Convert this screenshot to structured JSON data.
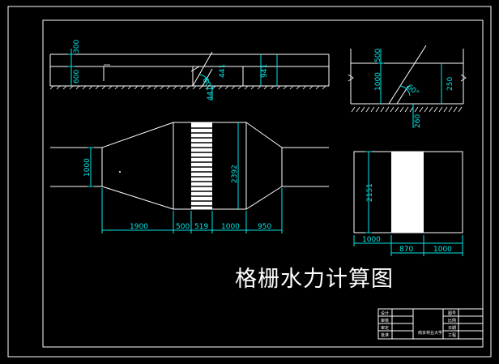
{
  "drawing": {
    "title": "格栅水力计算图",
    "colors": {
      "background": "#000000",
      "line": "#ffffff",
      "dimension": "#00e8e8"
    }
  },
  "elevation_view": {
    "dims": {
      "freeboard": "300",
      "water_depth": "600",
      "angle": "60°",
      "depth_a": "441",
      "total": "941",
      "depth_b": "441"
    }
  },
  "plan_view": {
    "dims": {
      "inlet_width": "1000",
      "grid_width": "2392",
      "length_1": "1900",
      "length_2": "500",
      "length_3": "519",
      "length_4": "1000",
      "length_5": "950"
    }
  },
  "side_view": {
    "dims": {
      "height_a": "500",
      "height_b": "1000",
      "height_c": "250",
      "angle": "60°",
      "height_d": "260"
    }
  },
  "end_view": {
    "dims": {
      "height": "2151",
      "left_width": "1000",
      "mid_width": "870",
      "right_width": "1000"
    }
  },
  "title_block": {
    "labels": [
      "设计",
      "审核",
      "审定",
      "批准"
    ],
    "right_labels": [
      "图号",
      "比例",
      "日期",
      "工程"
    ],
    "center_text": "南京林业大学"
  }
}
